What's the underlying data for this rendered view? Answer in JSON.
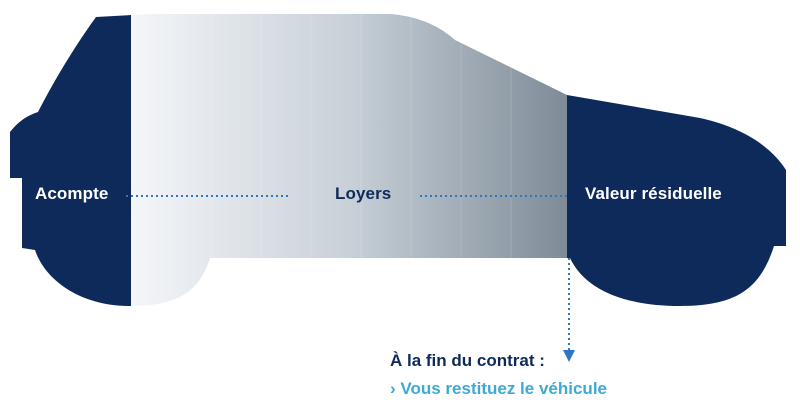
{
  "diagram": {
    "labels": {
      "acompte": "Acompte",
      "loyers": "Loyers",
      "valeur_residuelle": "Valeur résiduelle"
    },
    "footer": {
      "title": "À la fin du contrat :",
      "bullet": "›",
      "subtitle": "Vous restituez le véhicule"
    },
    "colors": {
      "navy": "#0e2a5a",
      "gradient_start": "#f4f6f9",
      "gradient_end": "#7e8b97",
      "accent": "#3fa9d6"
    },
    "icons": {
      "car": "car-silhouette",
      "arrow": "arrow-down-icon"
    }
  }
}
